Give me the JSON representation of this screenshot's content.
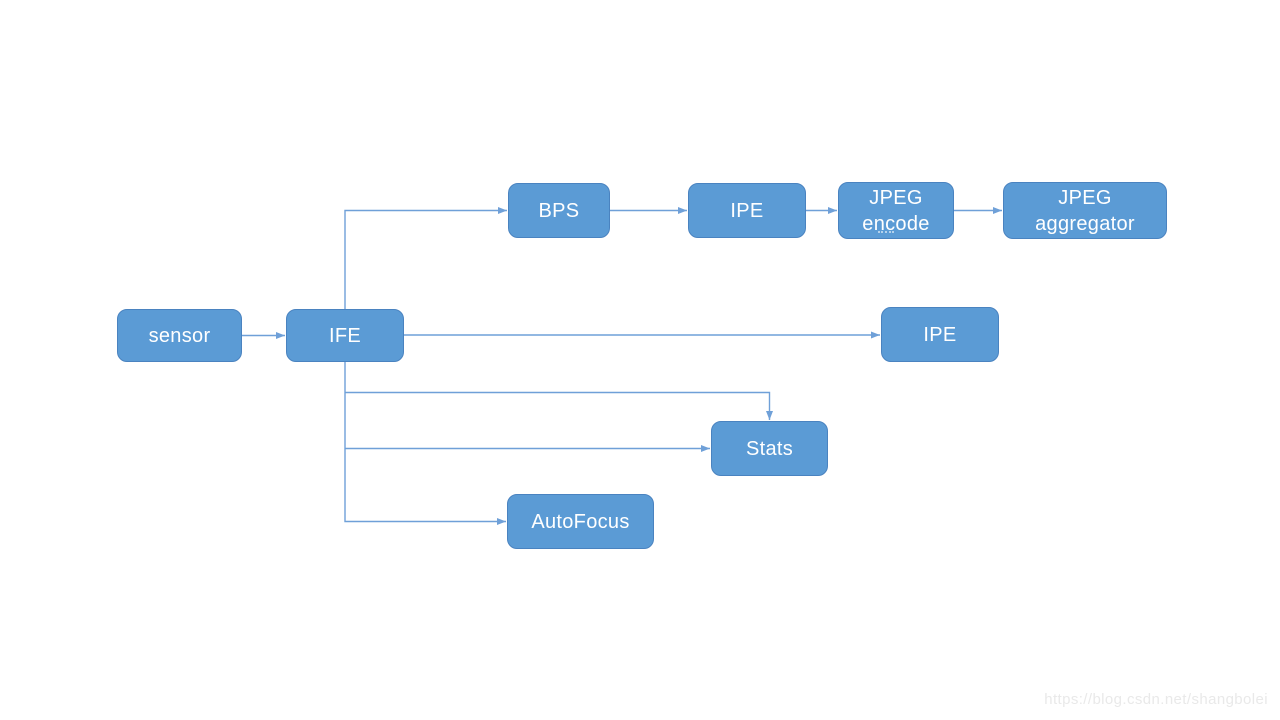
{
  "diagram": {
    "nodes": {
      "sensor": {
        "label": "sensor"
      },
      "ife": {
        "label": "IFE"
      },
      "bps": {
        "label": "BPS"
      },
      "ipe_top": {
        "label": "IPE"
      },
      "jpeg_encode": {
        "line1": "JPEG",
        "line2": "encode"
      },
      "jpeg_aggregator": {
        "line1": "JPEG",
        "line2": "aggregator"
      },
      "ipe_right": {
        "label": "IPE"
      },
      "stats": {
        "label": "Stats"
      },
      "autofocus": {
        "label": "AutoFocus"
      }
    },
    "edges": [
      {
        "from": "sensor",
        "to": "ife"
      },
      {
        "from": "ife",
        "to": "bps"
      },
      {
        "from": "bps",
        "to": "ipe_top"
      },
      {
        "from": "ipe_top",
        "to": "jpeg_encode"
      },
      {
        "from": "jpeg_encode",
        "to": "jpeg_aggregator"
      },
      {
        "from": "ife",
        "to": "ipe_right"
      },
      {
        "from": "ife",
        "to": "stats"
      },
      {
        "from": "ife",
        "to": "stats"
      },
      {
        "from": "ife",
        "to": "autofocus"
      }
    ],
    "colors": {
      "node_fill": "#5b9bd5",
      "node_border": "#4a83c0",
      "connector_color": "#6fa0d8",
      "node_text": "#ffffff",
      "watermark_color": "#e9e9e9",
      "canvas_bg": "#ffffff"
    }
  },
  "watermark": {
    "text": "https://blog.csdn.net/shangbolei"
  }
}
